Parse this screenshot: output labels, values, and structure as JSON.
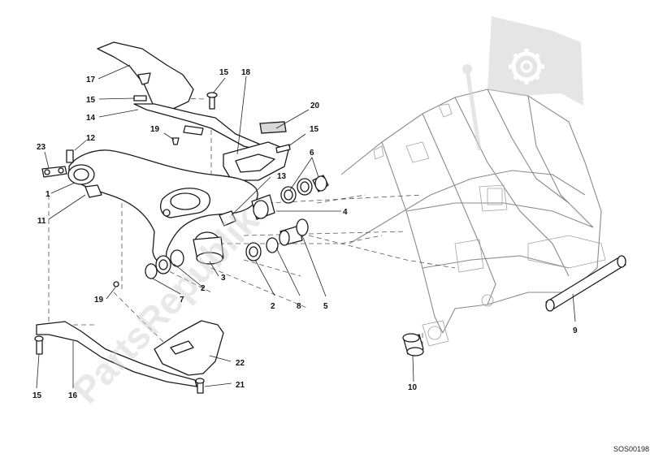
{
  "diagram": {
    "drawing_code": "SOS00198",
    "watermark": {
      "text": "PartsRepublik",
      "icon": "gear-flag-icon",
      "color": "#c8c8c8"
    },
    "callouts": [
      {
        "label": "1"
      },
      {
        "label": "2"
      },
      {
        "label": "2"
      },
      {
        "label": "3"
      },
      {
        "label": "4"
      },
      {
        "label": "5"
      },
      {
        "label": "6"
      },
      {
        "label": "7"
      },
      {
        "label": "8"
      },
      {
        "label": "9"
      },
      {
        "label": "10"
      },
      {
        "label": "11"
      },
      {
        "label": "12"
      },
      {
        "label": "13"
      },
      {
        "label": "14"
      },
      {
        "label": "15"
      },
      {
        "label": "15"
      },
      {
        "label": "15"
      },
      {
        "label": "15"
      },
      {
        "label": "16"
      },
      {
        "label": "17"
      },
      {
        "label": "18"
      },
      {
        "label": "19"
      },
      {
        "label": "19"
      },
      {
        "label": "20"
      },
      {
        "label": "21"
      },
      {
        "label": "22"
      },
      {
        "label": "23"
      }
    ]
  }
}
